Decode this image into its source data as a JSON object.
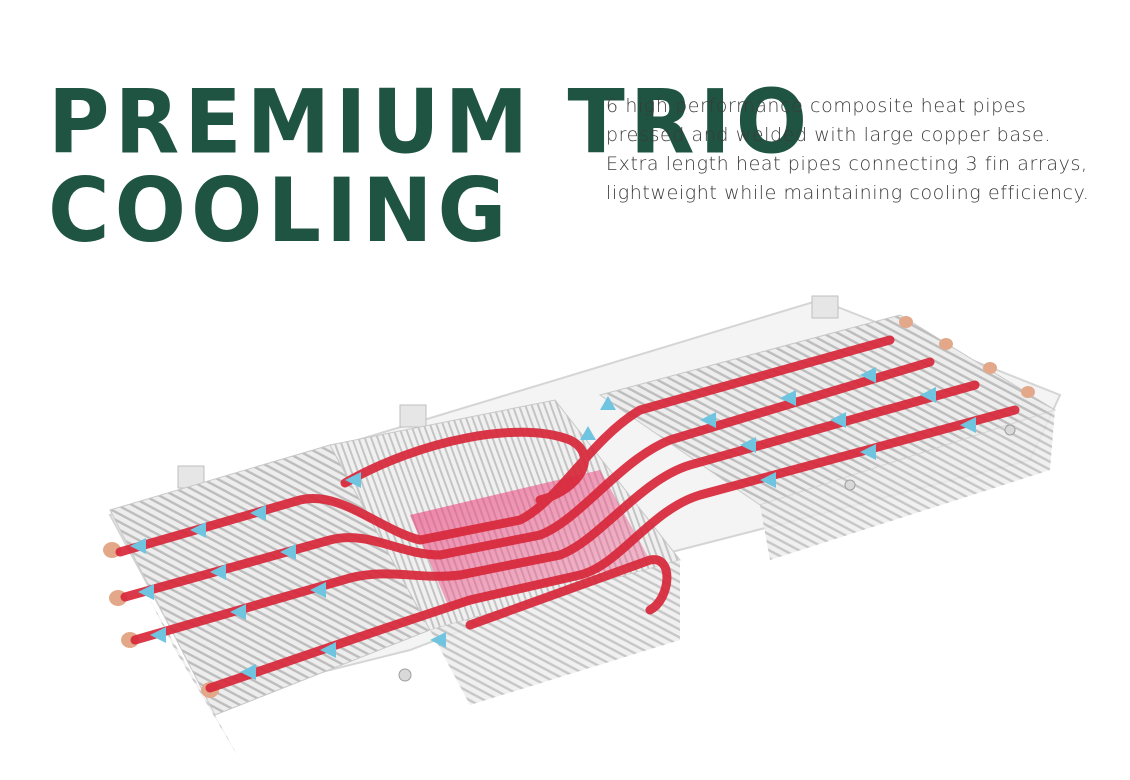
{
  "headline": {
    "line1": "PREMIUM TRIO",
    "line2": "COOLING"
  },
  "description": {
    "line1": "6 high performance composite heat pipes",
    "line2": "pressed and welded with large copper base.",
    "line3": "Extra length heat pipes connecting 3 fin arrays,",
    "line4": "lightweight while maintaining cooling efficiency."
  },
  "colors": {
    "headline": "#1f5443",
    "text": "#3a3a3a",
    "heat_pipe": "#d8283a",
    "flow_arrow": "#6fc4df",
    "fin": "#c9c9c9",
    "frame": "#f2f2f2",
    "copper": "#e3a88a",
    "base_glow": "#ec3b78"
  }
}
